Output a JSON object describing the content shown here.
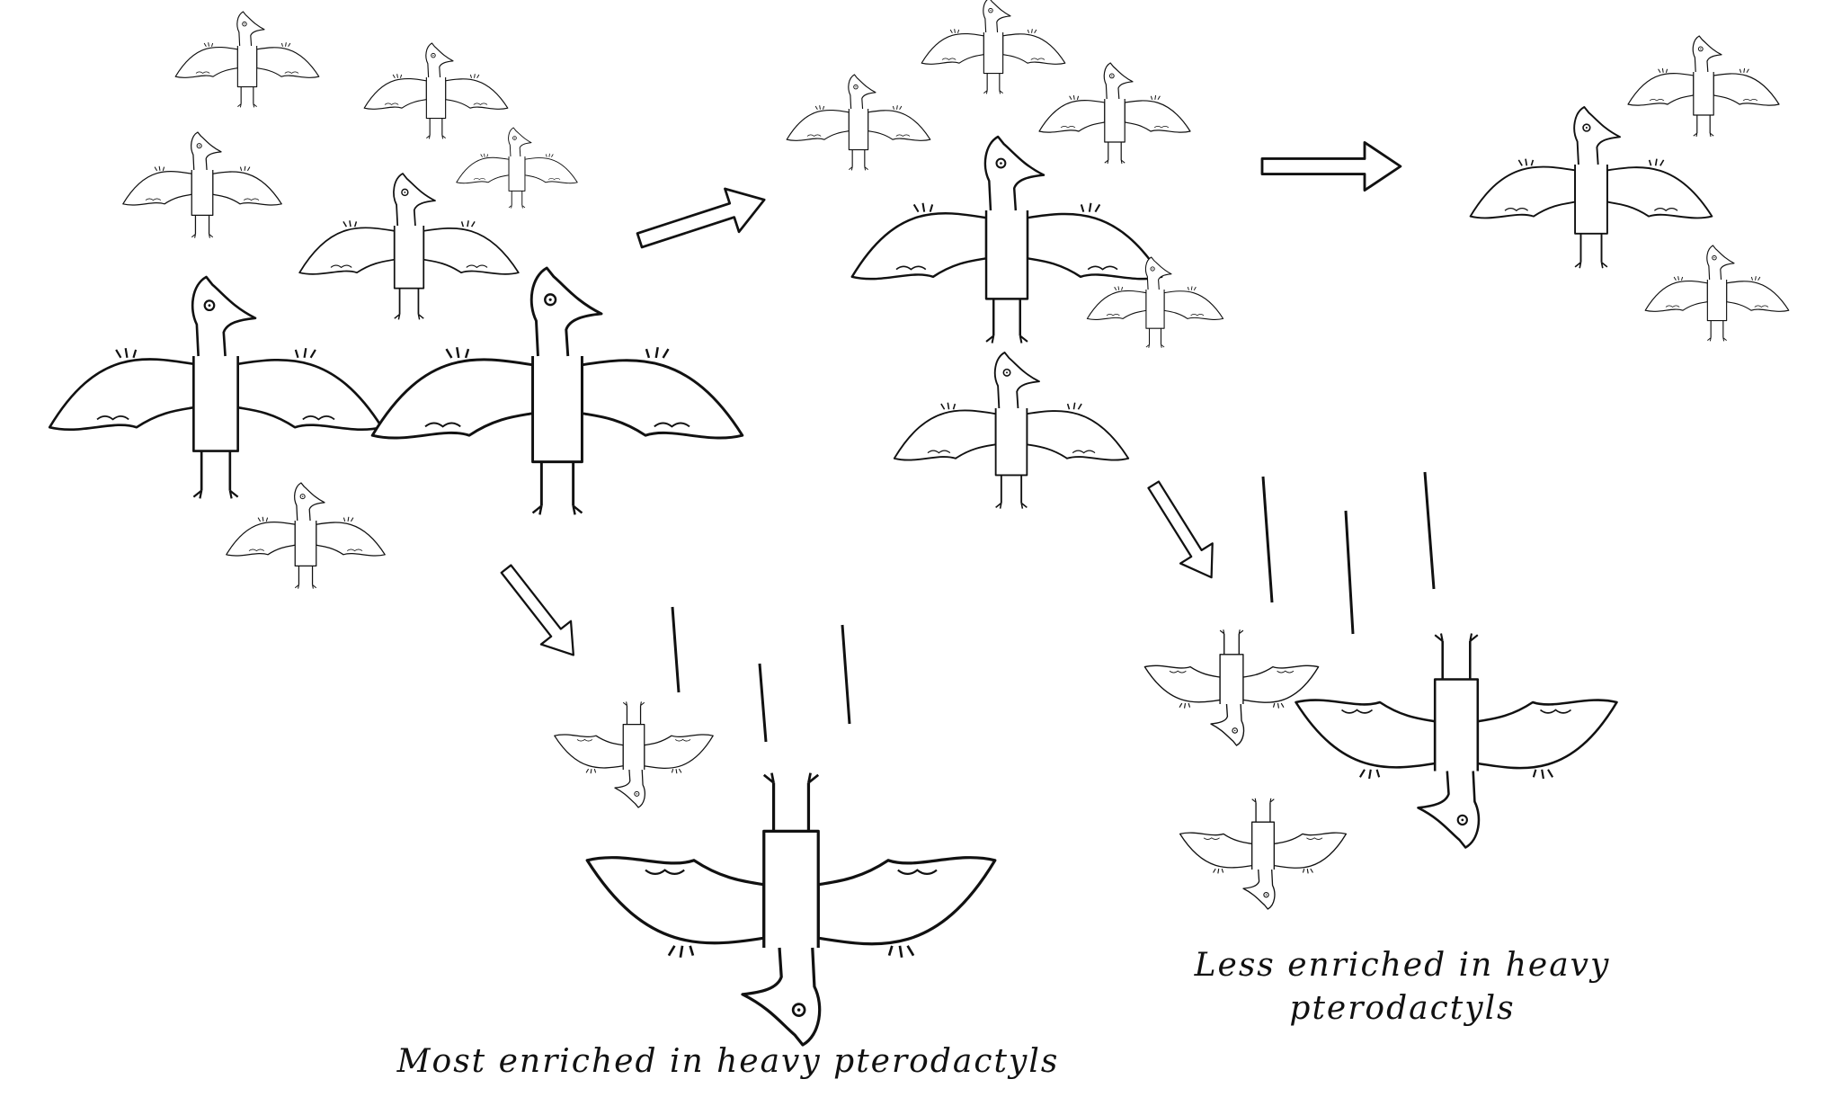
{
  "captions": {
    "most": "Most enriched in heavy pterodactyls",
    "less_line1": "Less enriched in heavy",
    "less_line2": "pterodactyls"
  }
}
